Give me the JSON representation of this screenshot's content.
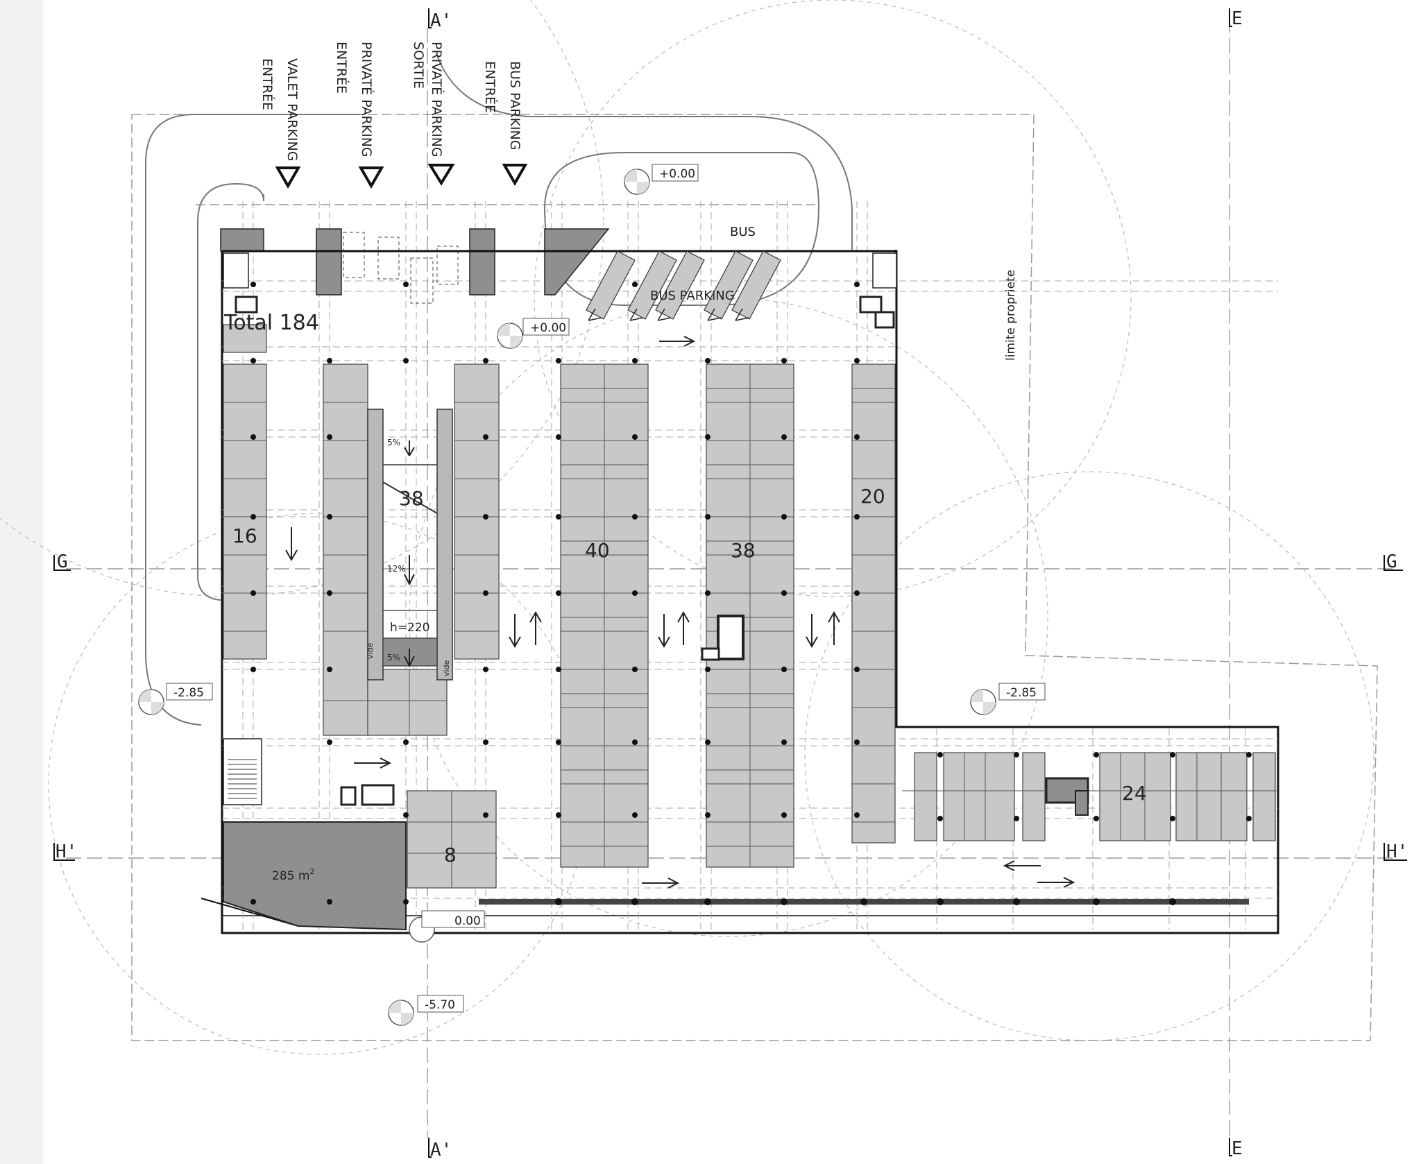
{
  "entrances": {
    "valet": [
      "VALET PARKING",
      "ENTRÉE"
    ],
    "private_in": [
      "PRIVATÉ PARKING",
      "ENTRÉE"
    ],
    "private_out": [
      "PRIVATÉ PARKING",
      "SORTIE"
    ],
    "bus": [
      "BUS PARKING",
      "ENTRÉE"
    ]
  },
  "total": "Total 184",
  "bus_label": "BUS",
  "bus_parking_label": "BUS PARKING",
  "limite": "limite propriete",
  "counts": {
    "c16": "16",
    "c38a": "38",
    "c40": "40",
    "c38b": "38",
    "c20": "20",
    "c8": "8",
    "c24": "24"
  },
  "area": {
    "value": "285 m",
    "sup": "2"
  },
  "ramp": {
    "slope1": "5%",
    "slope2": "12%",
    "slope3": "5%",
    "height": "h=220",
    "void": "vide"
  },
  "levels": {
    "top": "+0.00",
    "mid": "+0.00",
    "left": "-2.85",
    "right": "-2.85",
    "ground": "0.00",
    "bottom": "-5.70"
  },
  "axes": {
    "A_top": "A'",
    "A_bottom": "A'",
    "E_top": "E",
    "E_bottom": "E",
    "G_left": "G",
    "G_right": "G",
    "H_left": "H'",
    "H_right": "H'"
  }
}
